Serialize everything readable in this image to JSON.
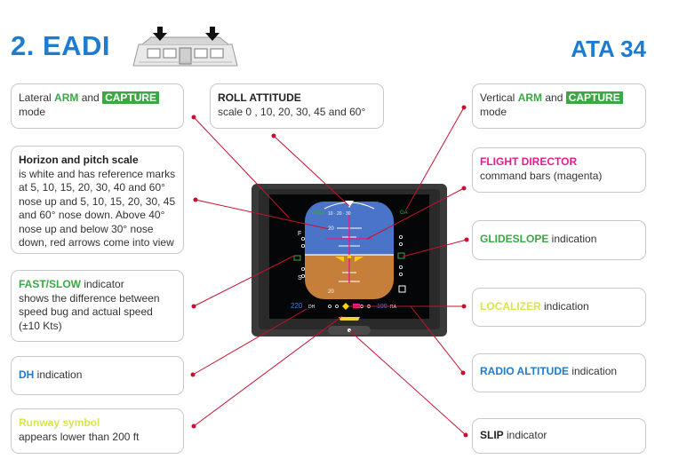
{
  "header": {
    "title": "2. EADI",
    "ata": "ATA 34"
  },
  "colors": {
    "blue": "#1d7ccf",
    "green": "#3aa845",
    "magenta": "#e61e8c",
    "yellow": "#d9e54c",
    "leader_line": "#c8102e"
  },
  "callouts": {
    "lateral": {
      "pre": "Lateral ",
      "arm": "ARM",
      "and": " and ",
      "capture": "CAPTURE",
      "post": "mode"
    },
    "roll": {
      "title": "ROLL ATTITUDE",
      "text": "scale 0 , 10, 20, 30, 45 and 60°"
    },
    "vertical": {
      "pre": "Vertical ",
      "arm": "ARM",
      "and": " and ",
      "capture": "CAPTURE",
      "post": "mode"
    },
    "horizon": {
      "title": "Horizon and pitch scale",
      "text": "is white and has reference marks at 5, 10, 15, 20, 30, 40 and 60° nose up and 5, 10, 15, 20, 30, 45 and 60° nose down. Above 40° nose up and below 30° nose down, red arrows come into view"
    },
    "flight_director": {
      "title": "FLIGHT DIRECTOR",
      "text": "command bars (magenta)"
    },
    "glideslope": {
      "title": "GLIDESLOPE",
      "text": " indication"
    },
    "fastslow": {
      "title": "FAST/SLOW",
      "text": " indicator",
      "detail": "shows the difference between speed bug and actual speed (±10 Kts)"
    },
    "localizer": {
      "title": "LOCALIZER",
      "text": " indication"
    },
    "dh": {
      "title": "DH",
      "text": " indication"
    },
    "radio_alt": {
      "title": "RADIO ALTITUDE",
      "text": " indication"
    },
    "runway": {
      "title": "Runway symbol",
      "text": "appears lower than 200 ft"
    },
    "slip": {
      "title": "SLIP",
      "text": " indicator"
    }
  },
  "display": {
    "hdg": "HDG",
    "ga": "GA",
    "f": "F",
    "s": "S",
    "pitch_up": "20",
    "pitch_down": "20",
    "speed": "220",
    "dh_label": "DH",
    "ra_value": "190",
    "ra_label": "RA",
    "roll_marks": "10 · 20 · 30"
  }
}
